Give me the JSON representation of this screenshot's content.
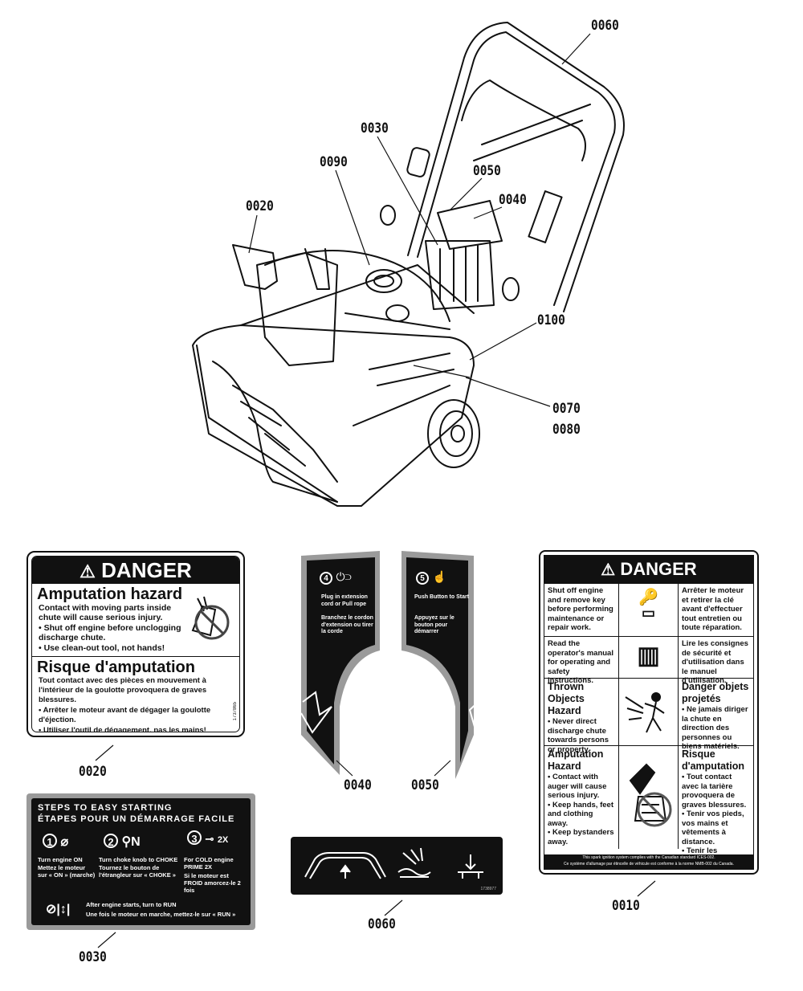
{
  "callouts": {
    "c0060": "0060",
    "c0030": "0030",
    "c0090": "0090",
    "c0050": "0050",
    "c0040": "0040",
    "c0020": "0020",
    "c0100": "0100",
    "c0070": "0070",
    "c0080": "0080"
  },
  "label_numbers": {
    "n0020": "0020",
    "n0040": "0040",
    "n0050": "0050",
    "n0010": "0010",
    "n0030": "0030",
    "n0060": "0060"
  },
  "label_0020": {
    "danger": "DANGER",
    "en_title": "Amputation hazard",
    "en_body": "Contact with moving parts inside chute will cause serious injury.",
    "en_b1": "• Shut off engine before unclogging discharge chute.",
    "en_b2": "• Use clean-out tool, not hands!",
    "fr_title": "Risque d'amputation",
    "fr_body": "Tout contact avec des pièces en mouvement à l'intérieur de la goulotte provoquera de graves blessures.",
    "fr_b1": "• Arrêter le moteur avant de dégager la goulotte d'éjection.",
    "fr_b2": "• Utiliser l'outil de dégagement, pas les mains!",
    "part_no": "1737865"
  },
  "label_0040": {
    "step": "4",
    "en": "Plug in extension cord or Pull rope",
    "fr": "Branchez le cordon d'extension ou tirer la corde"
  },
  "label_0050": {
    "step": "5",
    "en": "Push Button to Start",
    "fr": "Appuyez sur le bouton pour démarrer"
  },
  "label_0010": {
    "danger": "DANGER",
    "r1_en": "Shut off engine and remove key before performing maintenance or repair work.",
    "r1_fr": "Arrêter le moteur et retirer la clé avant d'effectuer tout entretien ou toute réparation.",
    "r2_en": "Read the operator's manual for operating and safety instructions.",
    "r2_fr": "Lire les consignes de sécurité et d'utilisation dans le manuel d'utilisation.",
    "r3_en_title": "Thrown Objects Hazard",
    "r3_en": "• Never direct discharge chute towards persons or property.",
    "r3_fr_title": "Danger objets projetés",
    "r3_fr": "• Ne jamais diriger la chute en direction des personnes ou biens matériels.",
    "r4_en_title": "Amputation Hazard",
    "r4_en_b1": "• Contact with auger will cause serious injury.",
    "r4_en_b2": "• Keep hands, feet and clothing away.",
    "r4_en_b3": "• Keep bystanders away.",
    "r4_fr_title": "Risque d'amputation",
    "r4_fr_b1": "• Tout contact avec la tarière provoquera de graves blessures.",
    "r4_fr_b2": "• Tenir vos pieds, vos mains et vêtements à distance.",
    "r4_fr_b3": "• Tenir les spectateurs à distance.",
    "footer_en": "This spark ignition system complies with the Canadian standard ICES-002.",
    "footer_fr": "Ce système d'allumage par étincelle de véhicule est conforme à la norme NMB-002 du Canada."
  },
  "label_0030": {
    "title_en": "STEPS TO EASY STARTING",
    "title_fr": "ÉTAPES POUR UN DÉMARRAGE FACILE",
    "s1_num": "1",
    "s1_en": "Turn engine ON",
    "s1_fr": "Mettez le moteur sur « ON » (marche)",
    "s2_num": "2",
    "s2_en": "Turn choke knob to CHOKE",
    "s2_fr": "Tournez le bouton de l'étrangleur sur « CHOKE »",
    "s3_num": "3",
    "s3_en": "For COLD engine PRIME 2X",
    "s3_fr": "Si le moteur est FROID amorcez-le 2 fois",
    "s3_badge": "2X",
    "run_en": "After engine starts, turn to RUN",
    "run_fr": "Une fois le moteur en marche, mettez-le sur « RUN »"
  },
  "label_0060": {
    "part_no": "1738977"
  }
}
